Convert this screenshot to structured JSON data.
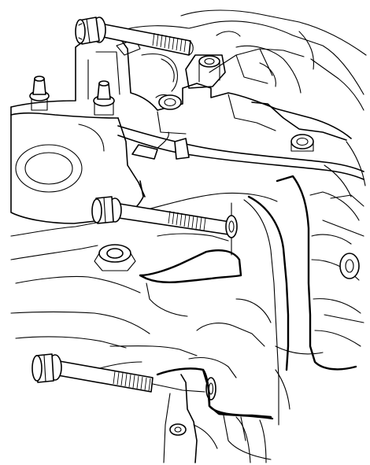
{
  "figure": {
    "background_color": "#ffffff",
    "line_color": "#000000",
    "shade_color": "#c8c8c8",
    "parts": [
      {
        "id": "bolt-top",
        "kind": "mounting bolt"
      },
      {
        "id": "bolt-middle",
        "kind": "mounting bolt"
      },
      {
        "id": "bolt-bottom",
        "kind": "mounting bolt"
      },
      {
        "id": "engine-mount-bracket",
        "kind": "bracket"
      },
      {
        "id": "subframe",
        "kind": "frame"
      },
      {
        "id": "wire-harness",
        "kind": "cable"
      }
    ]
  }
}
